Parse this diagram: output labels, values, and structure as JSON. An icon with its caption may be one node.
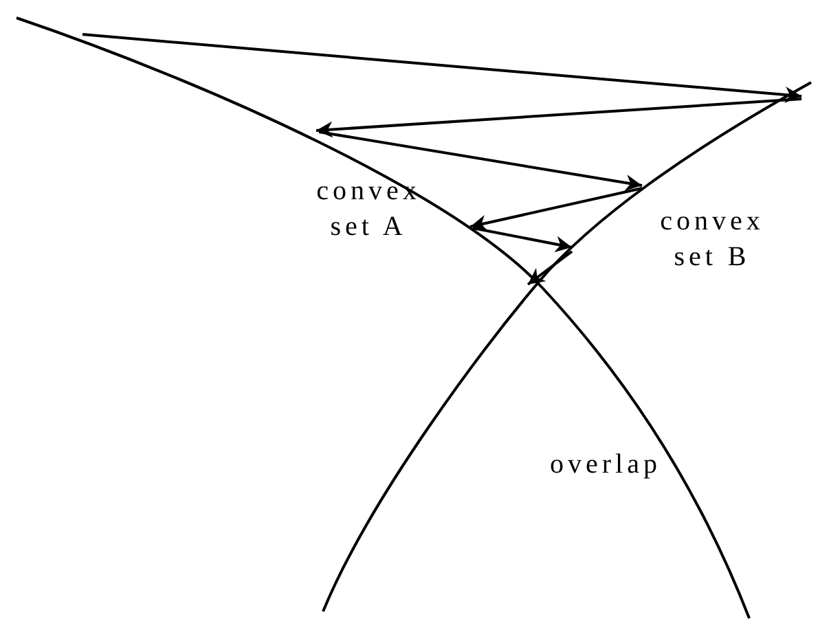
{
  "diagram": {
    "nodes": [
      {
        "text": [
          "convex set A"
        ]
      },
      {
        "text": [
          "convex set B"
        ]
      }
    ],
    "edges": [
      {
        "from": 0,
        "to": 1,
        "arrow": "to"
      },
      {
        "from": 1,
        "to": 0,
        "arrow": "to"
      },
      {
        "from": 0,
        "to": 1,
        "arrow": "to"
      },
      {
        "from": 1,
        "to": 0,
        "arrow": "to"
      },
      {
        "from": 0,
        "to": 1,
        "arrow": "to"
      },
      {
        "from": 1,
        "to": 0,
        "arrow": "to"
      }
    ],
    "labels": [
      "overlap"
    ]
  }
}
